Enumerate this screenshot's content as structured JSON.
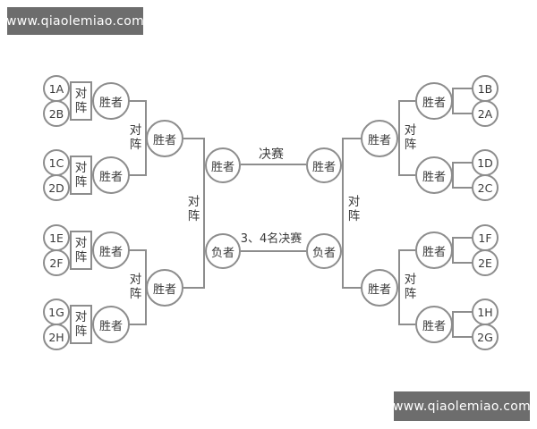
{
  "watermark": {
    "text": "www.qiaolemiao.com"
  },
  "labels": {
    "matchup": "对阵",
    "winner": "胜者",
    "loser": "负者",
    "final": "决赛",
    "third_place_final": "3、4名决赛"
  },
  "teams": {
    "left": [
      "1A",
      "2B",
      "1C",
      "2D",
      "1E",
      "2F",
      "1G",
      "2H"
    ],
    "right": [
      "1B",
      "2A",
      "1D",
      "2C",
      "1F",
      "2E",
      "1H",
      "2G"
    ]
  }
}
